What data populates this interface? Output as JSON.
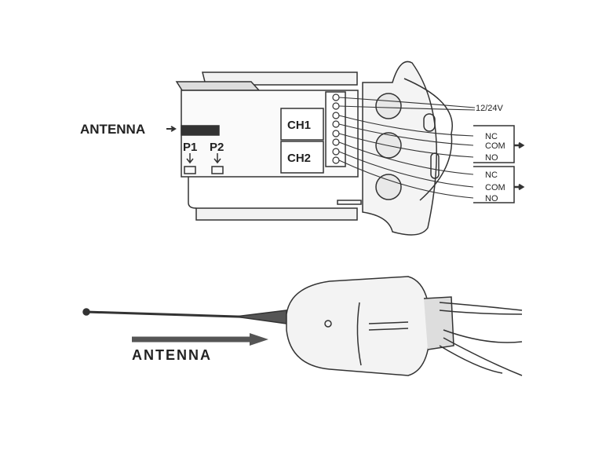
{
  "top_diagram": {
    "antenna_label": "ANTENNA",
    "p1_label": "P1",
    "p2_label": "P2",
    "ch1_label": "CH1",
    "ch2_label": "CH2",
    "power_label": "12/24V",
    "channel1_outputs": [
      "NC",
      "COM",
      "NO"
    ],
    "channel2_outputs": [
      "NC",
      "COM",
      "NO"
    ]
  },
  "bottom_diagram": {
    "antenna_label": "ANTENNA"
  }
}
